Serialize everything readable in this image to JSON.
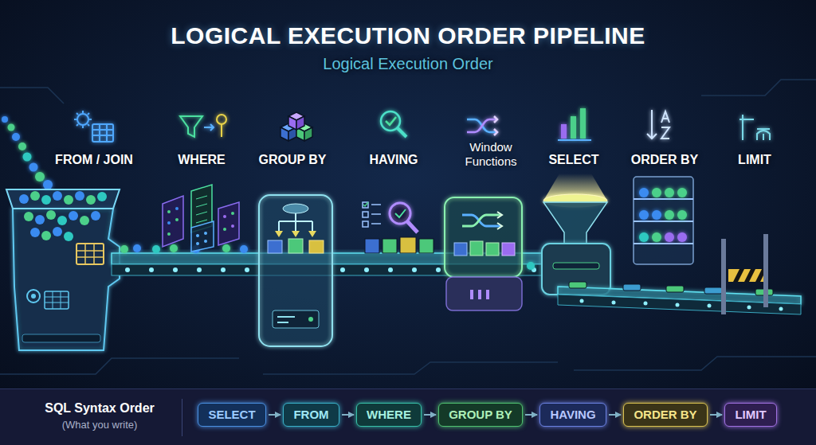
{
  "diagram": {
    "title": "LOGICAL EXECUTION ORDER PIPELINE",
    "nodes": [
      {
        "text": [
          "SQL Syntax Order",
          "(What you write)"
        ]
      },
      {
        "text": [
          "SELECT"
        ],
        "in": 0
      },
      {
        "text": [
          "FROM"
        ],
        "in": 0
      },
      {
        "text": [
          "WHERE"
        ],
        "in": 0
      },
      {
        "text": [
          "GROUP BY"
        ],
        "in": 0
      },
      {
        "text": [
          "HAVING"
        ],
        "in": 0
      },
      {
        "text": [
          "ORDER BY"
        ],
        "in": 0
      },
      {
        "text": [
          "LIMIT"
        ],
        "in": 0
      }
    ],
    "edges": [
      {
        "from": 1,
        "to": 2,
        "arrow": "to"
      },
      {
        "from": 2,
        "to": 3,
        "arrow": "to"
      },
      {
        "from": 3,
        "to": 4,
        "arrow": "to"
      },
      {
        "from": 4,
        "to": 5,
        "arrow": "to"
      },
      {
        "from": 5,
        "to": 6,
        "arrow": "to"
      },
      {
        "from": 6,
        "to": 7,
        "arrow": "to"
      }
    ],
    "labels": [
      "Logical Execution Order",
      "FROM / JOIN",
      "WHERE",
      "GROUP BY",
      "HAVING",
      "Window Functions",
      "SELECT",
      "ORDER BY",
      "LIMIT"
    ]
  }
}
